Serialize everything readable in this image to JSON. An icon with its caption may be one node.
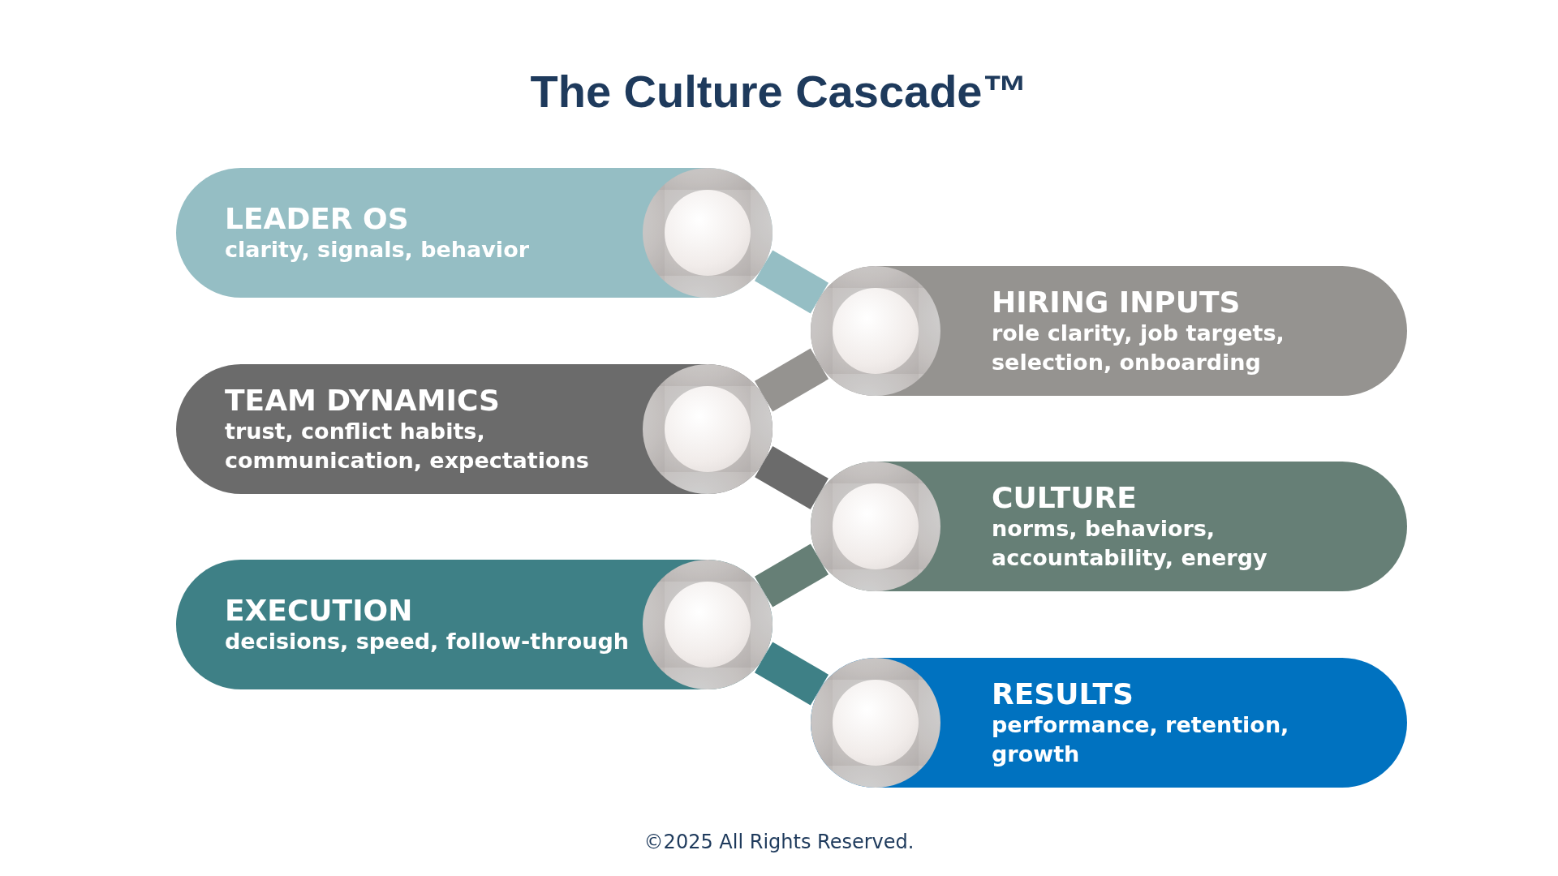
{
  "diagram": {
    "title": "The Culture Cascade™",
    "nodes": [
      {
        "text": [
          "LEADER OS",
          "clarity, signals, behavior"
        ]
      },
      {
        "text": [
          "HIRING INPUTS",
          "role clarity, job targets, selection, onboarding"
        ]
      },
      {
        "text": [
          "TEAM DYNAMICS",
          "trust, conflict habits, communication, expectations"
        ]
      },
      {
        "text": [
          "CULTURE",
          "norms, behaviors, accountability, energy"
        ]
      },
      {
        "text": [
          "EXECUTION",
          "decisions, speed, follow-through"
        ]
      },
      {
        "text": [
          "RESULTS",
          "performance, retention, growth"
        ]
      }
    ],
    "edges": [
      {
        "from": 0,
        "to": 1,
        "arrow": "none"
      },
      {
        "from": 1,
        "to": 2,
        "arrow": "none"
      },
      {
        "from": 2,
        "to": 3,
        "arrow": "none"
      },
      {
        "from": 3,
        "to": 4,
        "arrow": "none"
      },
      {
        "from": 4,
        "to": 5,
        "arrow": "none"
      }
    ],
    "labels": [
      "©2025 All Rights Reserved."
    ]
  }
}
